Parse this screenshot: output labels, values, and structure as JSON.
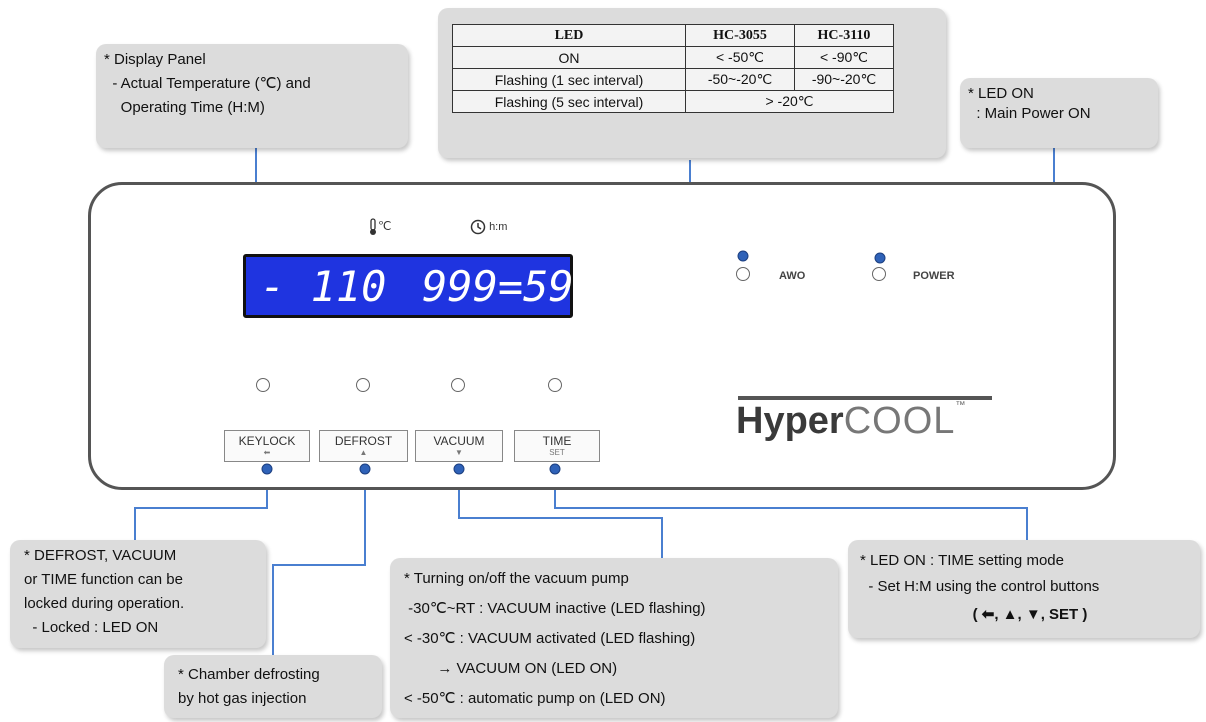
{
  "callouts": {
    "display_panel": [
      "* Display Panel",
      "  - Actual Temperature (℃) and",
      "    Operating Time (H:M)"
    ],
    "led_on": [
      "* LED ON",
      "  : Main Power ON"
    ],
    "keylock": [
      "* DEFROST, VACUUM",
      "or TIME function can be",
      "locked during operation.",
      "  - Locked : LED ON"
    ],
    "defrost": [
      "* Chamber defrosting",
      "by hot gas injection"
    ],
    "vacuum": [
      "* Turning on/off the vacuum pump",
      " -30℃~RT : VACUUM inactive (LED flashing)",
      "< -30℃ : VACUUM activated (LED flashing)",
      "        → VACUUM ON (LED ON)",
      "< -50℃ : automatic pump on (LED ON)"
    ],
    "time": [
      "* LED ON : TIME setting mode",
      "  - Set H:M using the control buttons",
      "( ⬅, ▲, ▼, SET )"
    ]
  },
  "led_table": {
    "headers": [
      "LED",
      "HC-3055",
      "HC-3110"
    ],
    "rows": [
      [
        "ON",
        "< -50℃",
        "< -90℃"
      ],
      [
        "Flashing (1 sec interval)",
        "-50~-20℃",
        "-90~-20℃"
      ],
      [
        "Flashing (5 sec interval)",
        "> -20℃"
      ]
    ]
  },
  "panel": {
    "temp_unit": "℃",
    "time_unit": "h:m",
    "temp_display": "- 110",
    "time_display": "999=59",
    "awo_label": "AWO",
    "power_label": "POWER",
    "buttons": [
      {
        "label": "KEYLOCK",
        "symbol": "⬅"
      },
      {
        "label": "DEFROST",
        "symbol": "▲"
      },
      {
        "label": "VACUUM",
        "symbol": "▼"
      },
      {
        "label": "TIME",
        "symbol": "SET"
      }
    ],
    "logo_bold": "Hyper",
    "logo_light": "COOL",
    "logo_tm": "™"
  },
  "colors": {
    "wire": "#4a7fd0",
    "dot": "#2f62b8",
    "lcd_bg": "#1f34e0",
    "callout_bg": "#dcdcdc"
  }
}
